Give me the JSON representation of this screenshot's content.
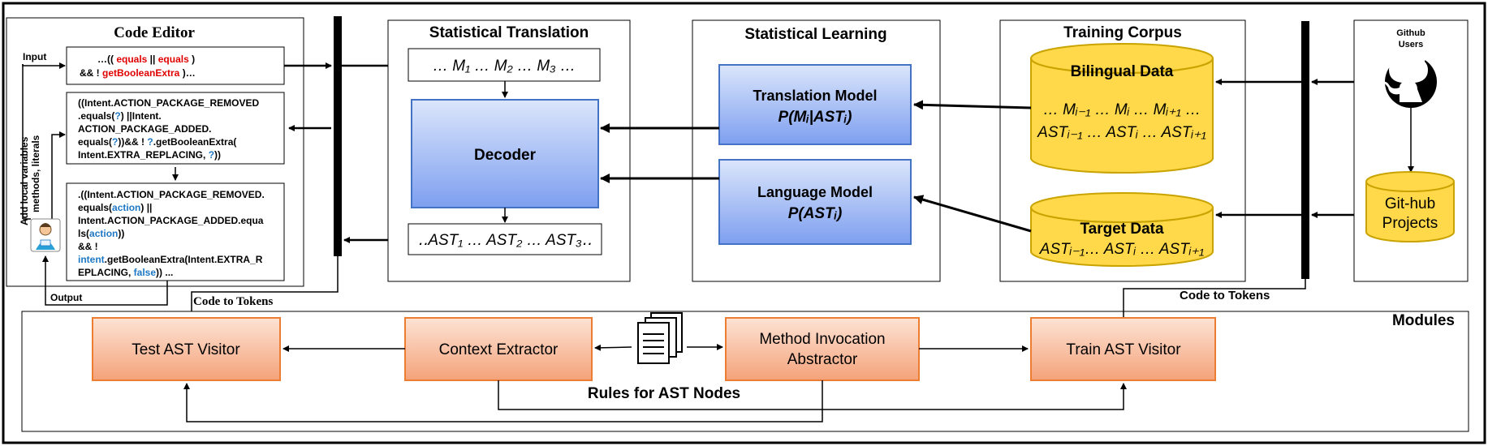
{
  "panels": {
    "code_editor": "Code Editor",
    "statistical_translation": "Statistical Translation",
    "statistical_learning": "Statistical Learning",
    "training_corpus": "Training Corpus",
    "modules": "Modules"
  },
  "editor": {
    "input_label": "Input",
    "output_label": "Output",
    "side_label_1": "Add local variables",
    "side_label_2": "methods, literals",
    "code_box_1": {
      "l1_a": "…(( ",
      "l1_b": "equals",
      "l1_c": " || ",
      "l1_d": "equals",
      "l1_e": " )",
      "l2_a": "&& ! ",
      "l2_b": "getBooleanExtra",
      "l2_c": " )…"
    },
    "code_box_2": {
      "l1": "((Intent.ACTION_PACKAGE_REMOVED",
      "l2_a": ".equals(",
      "l2_b": "?",
      "l2_c": ") ||Intent.",
      "l3": "ACTION_PACKAGE_ADDED.",
      "l4_a": "equals(",
      "l4_b": "?",
      "l4_c": "))&& ! ",
      "l4_d": "?",
      "l4_e": ".getBooleanExtra(",
      "l5_a": "Intent.EXTRA_REPLACING, ",
      "l5_b": "?",
      "l5_c": "))"
    },
    "code_box_3": {
      "l1": ".((Intent.ACTION_PACKAGE_REMOVED.",
      "l2_a": "equals(",
      "l2_b": "action",
      "l2_c": ") ||",
      "l3": "Intent.ACTION_PACKAGE_ADDED.equa",
      "l4_a": "ls(",
      "l4_b": "action",
      "l4_c": "))",
      "l5": "&& !",
      "l6_a": "intent",
      "l6_b": ".getBooleanExtra(Intent.EXTRA_R",
      "l7_a": "EPLACING, ",
      "l7_b": "false",
      "l7_c": ")) ..."
    }
  },
  "translation": {
    "tokens_in": "… M₁ … M₂ … M₃ …",
    "decoder": "Decoder",
    "tokens_out": "‥AST₁ … AST₂ … AST₃‥"
  },
  "learning": {
    "translation_model": "Translation Model",
    "translation_formula": "P(Mᵢ|ASTᵢ)",
    "language_model": "Language Model",
    "language_formula": "P(ASTᵢ)"
  },
  "corpus": {
    "bilingual": "Bilingual Data",
    "bilingual_l1": "… Mᵢ₋₁ … Mᵢ … Mᵢ₊₁ …",
    "bilingual_l2": "ASTᵢ₋₁ … ASTᵢ … ASTᵢ₊₁",
    "target": "Target Data",
    "target_l1": "ASTᵢ₋₁… ASTᵢ … ASTᵢ₊₁"
  },
  "github": {
    "users_l1": "Github",
    "users_l2": "Users",
    "projects_l1": "Git-hub",
    "projects_l2": "Projects"
  },
  "modules": {
    "code_to_tokens_left": "Code to Tokens",
    "code_to_tokens_right": "Code to Tokens",
    "test_visitor": "Test AST Visitor",
    "context_extractor": "Context Extractor",
    "method_l1": "Method Invocation",
    "method_l2": "Abstractor",
    "train_visitor": "Train AST Visitor",
    "rules": "Rules for AST Nodes"
  },
  "colors": {
    "blue_top": "#dbe6fb",
    "blue_bottom": "#7e9ff0",
    "blue_stroke": "#4472c4",
    "yellow_fill": "#ffd94a",
    "yellow_stroke": "#c9a300",
    "orange_top": "#fde3d4",
    "orange_bottom": "#f4a27a",
    "orange_stroke": "#ed7d31",
    "red_code": "#e00000",
    "blue_code": "#1f78c4"
  }
}
